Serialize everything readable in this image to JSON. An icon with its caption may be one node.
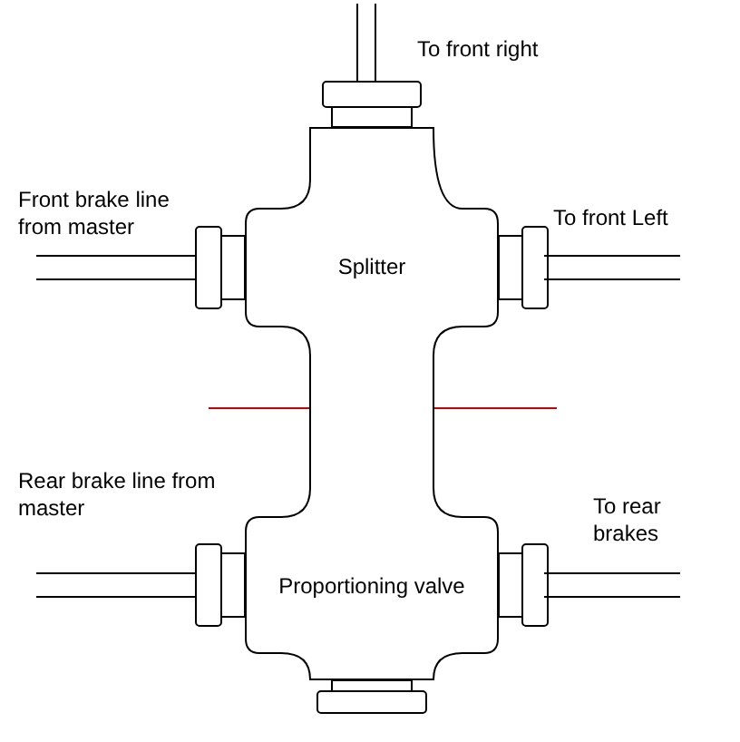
{
  "diagram": {
    "nodes": [
      {
        "text": [
          "Splitter",
          "Proportioning valve"
        ]
      }
    ],
    "labels": [
      "To front right",
      "Front brake line from master",
      "To front Left",
      "Rear brake line from master",
      "To rear brakes"
    ]
  }
}
